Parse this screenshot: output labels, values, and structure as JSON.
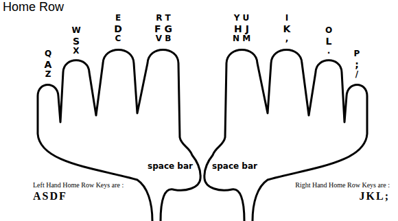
{
  "diagram": {
    "title": "Home Row",
    "labels": [
      "Q",
      "A",
      "Z",
      "W",
      "S",
      "X",
      "E",
      "D",
      "C",
      "R T",
      "F G",
      "V B",
      "Y U",
      "H J",
      "N M",
      "I",
      "K",
      ",",
      "O",
      "L",
      ".",
      "P",
      ";",
      "/",
      "space bar",
      "space bar",
      "Left Hand Home Row Keys are :",
      "ASDF",
      "Right Hand Home Row Keys are :",
      "JKL;"
    ]
  }
}
